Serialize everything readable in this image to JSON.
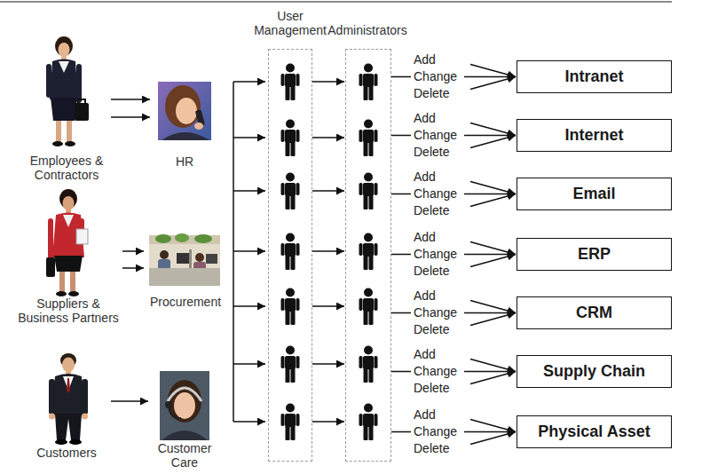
{
  "diagram": {
    "nodes": [
      {
        "text": [
          "Employees & Contractors"
        ]
      },
      {
        "text": [
          "HR"
        ]
      },
      {
        "text": [
          "Suppliers & Business Partners"
        ]
      },
      {
        "text": [
          "Procurement"
        ]
      },
      {
        "text": [
          "Customers"
        ]
      },
      {
        "text": [
          "Customer Care"
        ]
      },
      {
        "text": [
          "User Management"
        ]
      },
      {
        "text": [
          "Administrators"
        ]
      },
      {
        "text": [
          "Intranet"
        ]
      },
      {
        "text": [
          "Internet"
        ]
      },
      {
        "text": [
          "Email"
        ]
      },
      {
        "text": [
          "ERP"
        ]
      },
      {
        "text": [
          "CRM"
        ]
      },
      {
        "text": [
          "Supply Chain"
        ]
      },
      {
        "text": [
          "Physical Asset"
        ]
      }
    ],
    "edges": [
      {
        "from": 0,
        "to": 1,
        "arrow": "to"
      },
      {
        "from": 0,
        "to": 1,
        "arrow": "to"
      },
      {
        "from": 2,
        "to": 3,
        "arrow": "to"
      },
      {
        "from": 2,
        "to": 3,
        "arrow": "to"
      },
      {
        "from": 4,
        "to": 5,
        "arrow": "to"
      },
      {
        "from": 6,
        "to": 7,
        "arrow": "to"
      },
      {
        "from": 6,
        "to": 7,
        "arrow": "to"
      },
      {
        "from": 6,
        "to": 7,
        "arrow": "to"
      },
      {
        "from": 6,
        "to": 7,
        "arrow": "to"
      },
      {
        "from": 6,
        "to": 7,
        "arrow": "to"
      },
      {
        "from": 6,
        "to": 7,
        "arrow": "to"
      },
      {
        "from": 6,
        "to": 7,
        "arrow": "to"
      },
      {
        "from": 7,
        "to": 8,
        "label": "Add Change Delete",
        "arrow": "to"
      },
      {
        "from": 7,
        "to": 9,
        "label": "Add Change Delete",
        "arrow": "to"
      },
      {
        "from": 7,
        "to": 10,
        "label": "Add Change Delete",
        "arrow": "to"
      },
      {
        "from": 7,
        "to": 11,
        "label": "Add Change Delete",
        "arrow": "to"
      },
      {
        "from": 7,
        "to": 12,
        "label": "Add Change Delete",
        "arrow": "to"
      },
      {
        "from": 7,
        "to": 13,
        "label": "Add Change Delete",
        "arrow": "to"
      },
      {
        "from": 7,
        "to": 14,
        "label": "Add Change Delete",
        "arrow": "to"
      }
    ]
  }
}
